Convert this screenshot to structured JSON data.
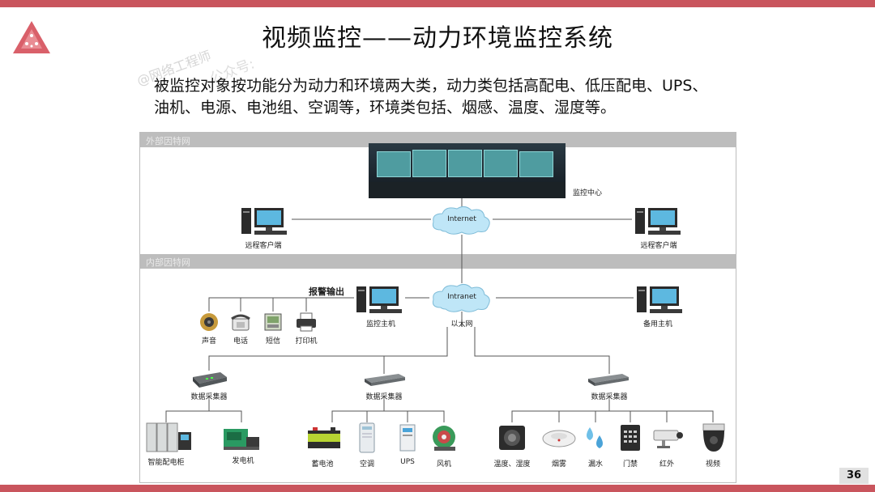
{
  "slide": {
    "title": "视频监控——动力环境监控系统",
    "description_line1": "被监控对象按功能分为动力和环境两大类，动力类包括高配电、低压配电、UPS、",
    "description_line2": "油机、电源、电池组、空调等，环境类包括、烟感、温度、湿度等。",
    "watermark": "@网络工程师",
    "watermark2": "公众号:",
    "page_number": "36"
  },
  "diagram": {
    "band_outer": "外部因特网",
    "band_inner": "内部因特网",
    "monitor_center": "监控中心",
    "internet": "Internet",
    "intranet": "Intranet",
    "remote_left": "远程客户端",
    "remote_right": "远程客户端",
    "alarm_output": "报警输出",
    "alarm_items": [
      "声音",
      "电话",
      "短信",
      "打印机"
    ],
    "monitor_host": "监控主机",
    "ethernet": "以太网",
    "backup_host": "备用主机",
    "collectors": [
      "数据采集器",
      "数据采集器",
      "数据采集器"
    ],
    "devices_left": [
      "智能配电柜",
      "发电机"
    ],
    "devices_mid": [
      "蓄电池",
      "空调",
      "UPS",
      "风机"
    ],
    "devices_right": [
      "温度、湿度",
      "烟雾",
      "漏水",
      "门禁",
      "红外",
      "视频"
    ]
  },
  "colors": {
    "accent_bar": "#c9555d",
    "band": "#bdbdbd",
    "cloud": "#bfe6f7"
  }
}
